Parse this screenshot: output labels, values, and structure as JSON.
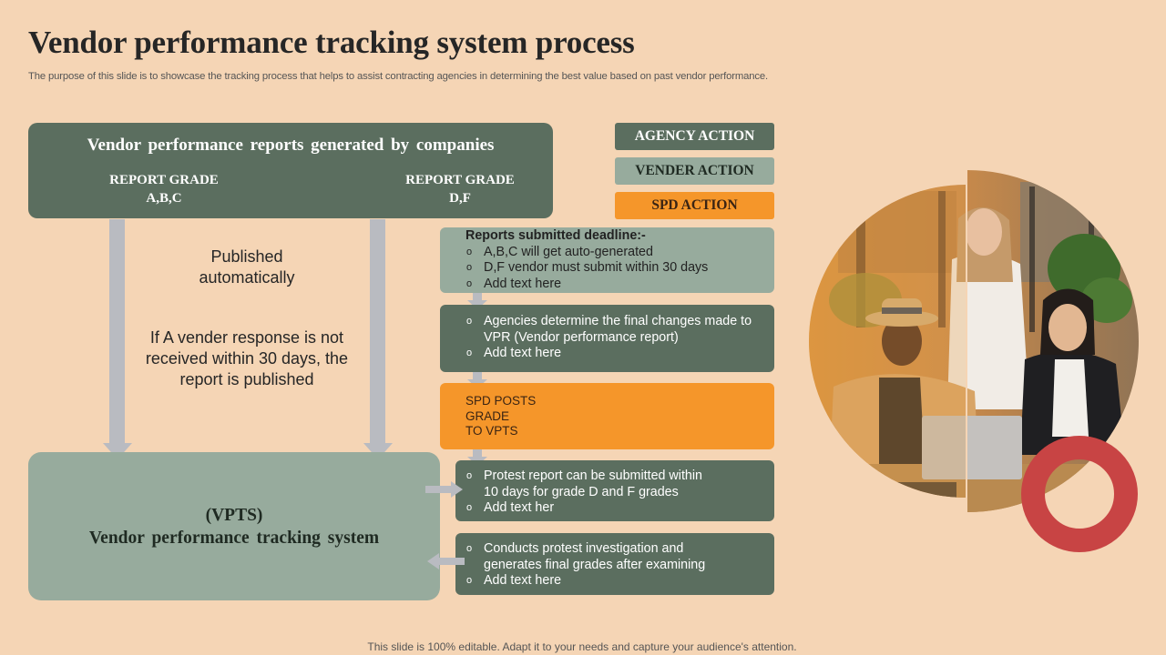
{
  "slide": {
    "title": "Vendor performance tracking system process",
    "subtitle": "The purpose of this slide is to showcase the tracking process that helps to assist contracting agencies in determining the best value based on past vendor performance.",
    "footer": "This slide is 100% editable. Adapt it to your needs and capture your audience's attention."
  },
  "top_box": {
    "heading": "Vendor performance reports generated by companies",
    "grades": [
      {
        "label": "REPORT GRADE",
        "value": "A,B,C"
      },
      {
        "label": "REPORT GRADE",
        "value": "D,F"
      }
    ]
  },
  "notes": {
    "published": "Published automatically",
    "vender_response": "If A vender response is not received within 30 days, the report is published"
  },
  "vpts_box": {
    "acronym": "(VPTS)",
    "name": "Vendor performance tracking system"
  },
  "legend": [
    {
      "label": "AGENCY ACTION",
      "color": "#5B6E5F"
    },
    {
      "label": "VENDER ACTION",
      "color": "#97AB9D"
    },
    {
      "label": "SPD ACTION",
      "color": "#F5962A"
    }
  ],
  "bullet_glyph": "o",
  "steps": [
    {
      "actor": "vender",
      "heading": "Reports submitted deadline:-",
      "bullets": [
        "A,B,C will get auto-generated",
        "D,F vendor must submit within 30 days",
        "Add text here"
      ]
    },
    {
      "actor": "agency",
      "bullets": [
        "Agencies determine the final changes made to VPR (Vendor performance report)",
        "Add text here"
      ]
    },
    {
      "actor": "spd",
      "lines": [
        "SPD POSTS",
        "GRADE",
        "TO VPTS"
      ]
    },
    {
      "actor": "agency",
      "bullets": [
        "Protest report can be submitted within 10 days for grade D and F grades",
        "Add text her"
      ]
    },
    {
      "actor": "agency",
      "bullets": [
        "Conducts protest investigation and generates final grades after examining",
        "Add text here"
      ]
    }
  ],
  "colors": {
    "background": "#F5D5B5",
    "agency": "#5B6E5F",
    "vender": "#97AB9D",
    "spd": "#F5962A",
    "arrow": "#B9BBC1",
    "ring": "#C84444"
  }
}
